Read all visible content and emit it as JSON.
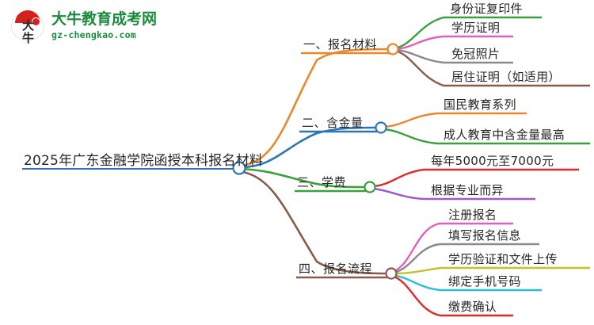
{
  "logo": {
    "mark_char_1": "大",
    "mark_char_2": "牛",
    "title": "大牛教育成考网",
    "subtitle": "gz-chengkao.com",
    "title_color": "#1a8b3c",
    "dome_color": "#d3211d"
  },
  "mindmap": {
    "root": {
      "label": "2025年广东金融学院函授本科报名材料",
      "color": "#2e75b6"
    },
    "branches": [
      {
        "label": "一、报名材料",
        "color": "#e8882a",
        "children": [
          {
            "label": "身份证复印件",
            "color": "#3aa03a"
          },
          {
            "label": "学历证明",
            "color": "#e060c0"
          },
          {
            "label": "免冠照片",
            "color": "#8a8a8a"
          },
          {
            "label": "居住证明（如适用）",
            "color": "#8a5a4a"
          }
        ]
      },
      {
        "label": "二、含金量",
        "color": "#2e75b6",
        "children": [
          {
            "label": "国民教育系列",
            "color": "#e8882a"
          },
          {
            "label": "成人教育中含金量最高",
            "color": "#3aa03a"
          }
        ]
      },
      {
        "label": "三、学费",
        "color": "#3aa03a",
        "children": [
          {
            "label": "每年5000元至7000元",
            "color": "#e02b2b"
          },
          {
            "label": "根据专业而异",
            "color": "#9b59d0"
          }
        ]
      },
      {
        "label": "四、报名流程",
        "color": "#8a5a4a",
        "children": [
          {
            "label": "注册报名",
            "color": "#e060c0"
          },
          {
            "label": "填写报名信息",
            "color": "#8a8a8a"
          },
          {
            "label": "学历验证和文件上传",
            "color": "#c3c32b"
          },
          {
            "label": "绑定手机号码",
            "color": "#28c0d8"
          },
          {
            "label": "缴费确认",
            "color": "#e02b2b"
          }
        ]
      }
    ]
  }
}
